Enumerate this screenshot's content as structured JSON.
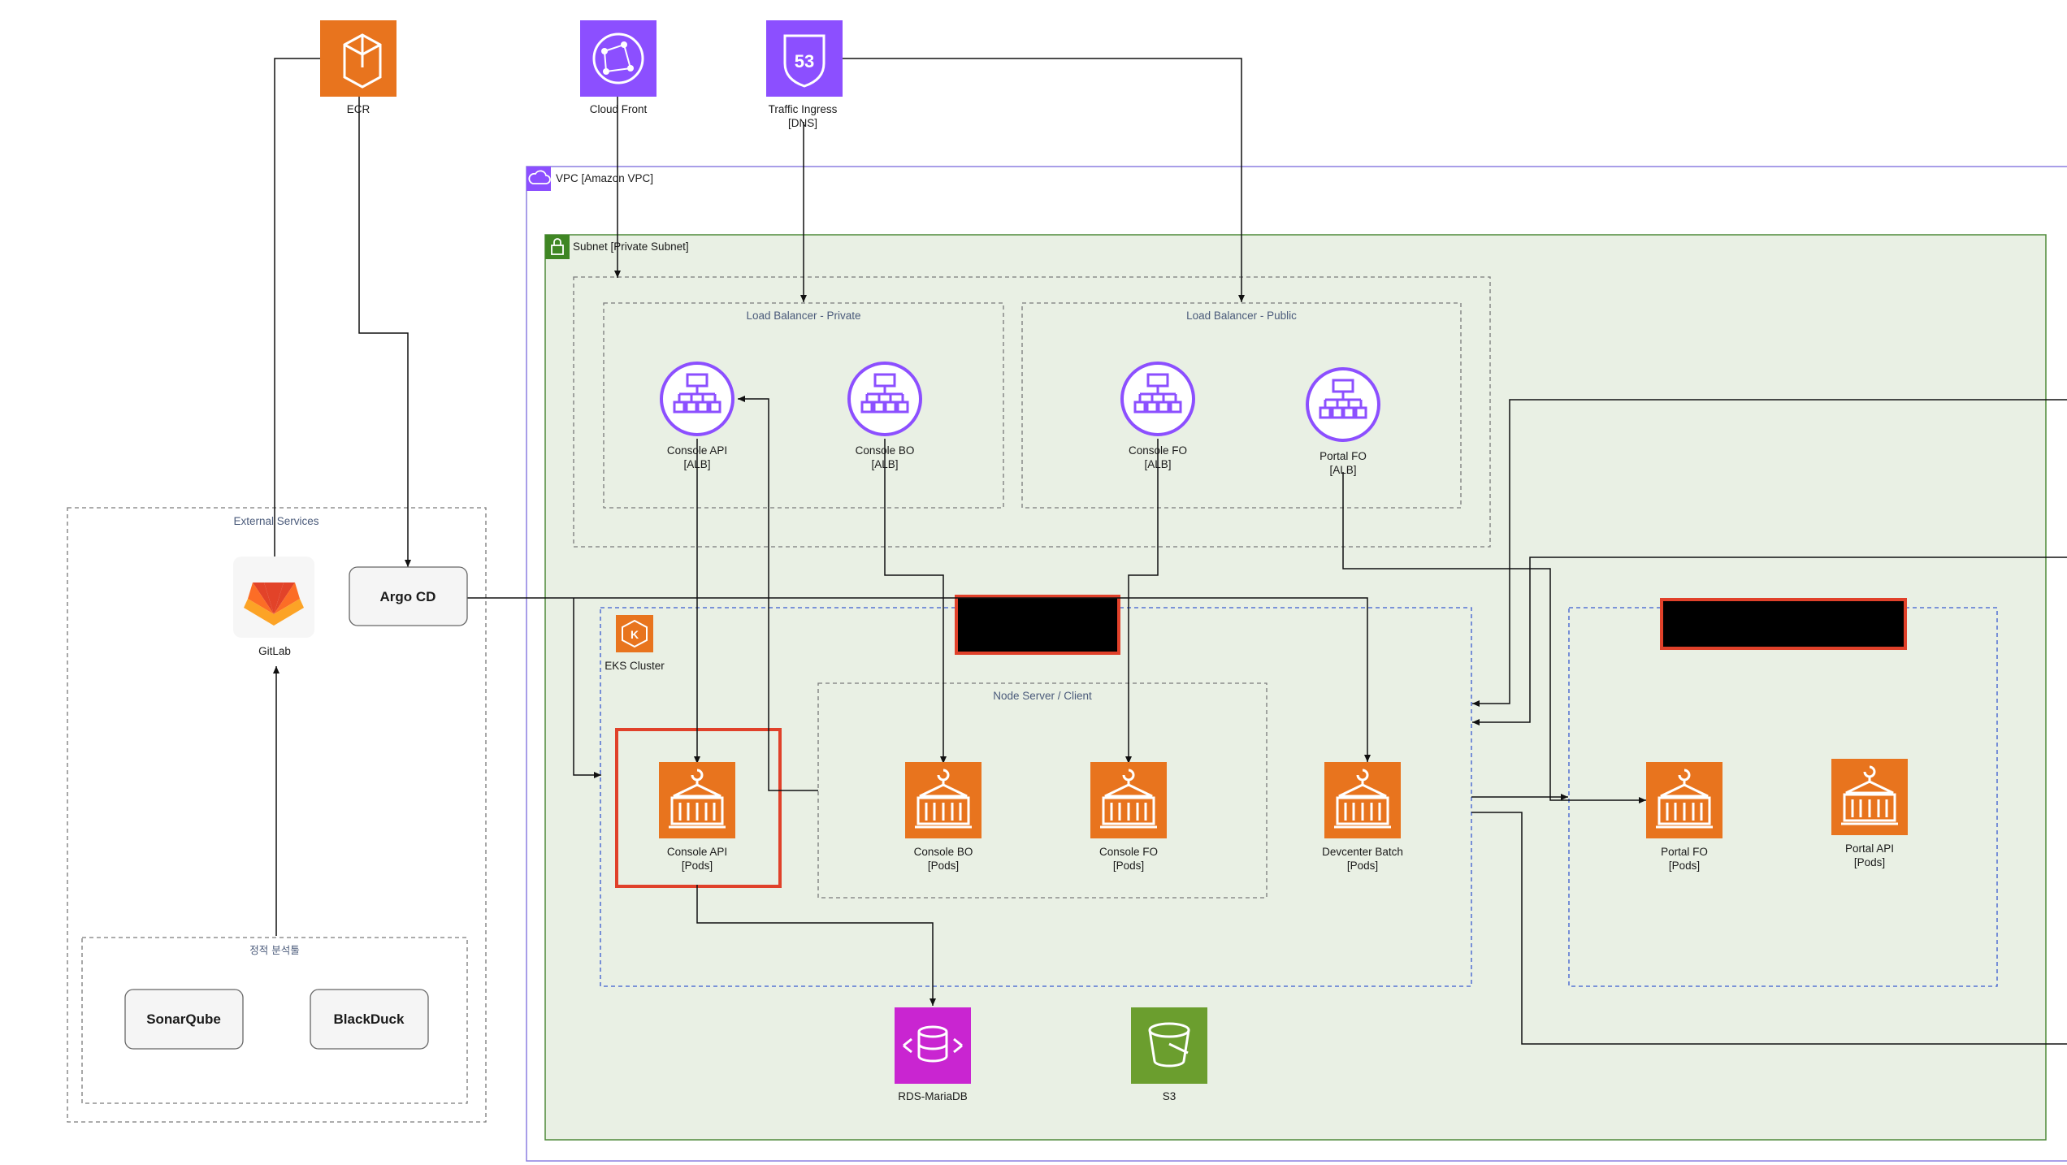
{
  "top_services": {
    "ecr": "ECR",
    "cloudfront": "Cloud Front",
    "route53_line1": "Traffic Ingress",
    "route53_line2": "[DNS]",
    "route53_badge": "53"
  },
  "vpc": {
    "label": "VPC [Amazon VPC]"
  },
  "subnet": {
    "label": "Subnet [Private Subnet]"
  },
  "lb_private": {
    "title": "Load Balancer - Private",
    "items": [
      {
        "line1": "Console API",
        "line2": "[ALB]"
      },
      {
        "line1": "Console BO",
        "line2": "[ALB]"
      }
    ]
  },
  "lb_public": {
    "title": "Load Balancer - Public",
    "items": [
      {
        "line1": "Console FO",
        "line2": "[ALB]"
      },
      {
        "line1": "Portal FO",
        "line2": "[ALB]"
      }
    ]
  },
  "external": {
    "title": "External Services",
    "gitlab": "GitLab",
    "argocd": "Argo CD",
    "static_tools_title": "정적 분석툴",
    "sonarqube": "SonarQube",
    "blackduck": "BlackDuck"
  },
  "eks": {
    "label": "EKS Cluster",
    "icon_letter": "K",
    "node_group_title": "Node Server / Client",
    "pods": [
      {
        "line1": "Console API",
        "line2": "[Pods]"
      },
      {
        "line1": "Console BO",
        "line2": "[Pods]"
      },
      {
        "line1": "Console FO",
        "line2": "[Pods]"
      },
      {
        "line1": "Devcenter Batch",
        "line2": "[Pods]"
      }
    ]
  },
  "portal_cluster": {
    "pods": [
      {
        "line1": "Portal FO",
        "line2": "[Pods]"
      },
      {
        "line1": "Portal API",
        "line2": "[Pods]"
      }
    ]
  },
  "data": {
    "rds": "RDS-MariaDB",
    "s3": "S3"
  },
  "colors": {
    "ecr": "#E8741E",
    "network": "#8C4FFF",
    "database": "#C925D1",
    "storage": "#6B9E2E",
    "highlight": "#E0412A",
    "subnet_fill": "#E9F0E4"
  }
}
